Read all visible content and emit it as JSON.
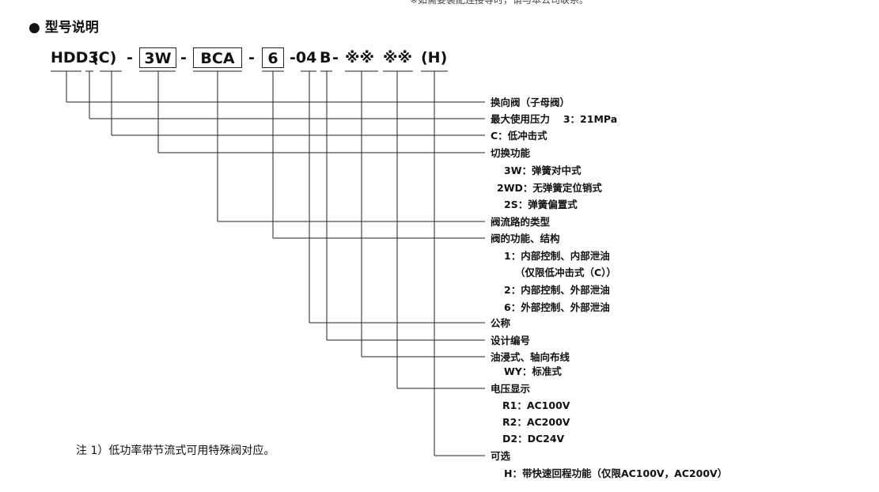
{
  "top_fragment": "※如需要装配连接等时，请与本公司联系。",
  "section_title": "● 型号说明",
  "model_code": {
    "seg_hdd3": "HDD3",
    "seg_c": "(C)",
    "dash1": "-",
    "seg_3w": "3W",
    "dash2": "-",
    "seg_bca": "BCA",
    "dash3": "-",
    "seg_6": "6",
    "seg_04": "-04",
    "seg_b": "B",
    "dash4": "-",
    "seg_mark1": "※※",
    "seg_mark2": "※※",
    "seg_h": "(H)"
  },
  "labels": {
    "directional_valve": "换向阀（子母阀）",
    "max_pressure": "最大使用压力　 3：21MPa",
    "low_shock": "C：低冲击式",
    "switching_function": "切换功能",
    "sw_3w": "3W：弹簧对中式",
    "sw_2wd": "2WD：无弹簧定位销式",
    "sw_2s": "2S：弹簧偏置式",
    "flow_path_type": "阀流路的类型",
    "valve_function": "阀的功能、结构",
    "vf_1": "1：内部控制、内部泄油",
    "vf_1_note": "（仅限低冲击式（C））",
    "vf_2": "2：内部控制、外部泄油",
    "vf_6": "6：外部控制、外部泄油",
    "nominal": "公称",
    "design_number": "设计编号",
    "oil_immersed": "油浸式、轴向布线",
    "wy": "WY：标准式",
    "voltage": "电压显示",
    "r1": "R1：AC100V",
    "r2": "R2：AC200V",
    "d2": "D2：DC24V",
    "optional": "可选",
    "h_option": "H：带快速回程功能（仅限AC100V，AC200V）"
  },
  "note": "注 1）低功率带节流式可用特殊阀对应。"
}
